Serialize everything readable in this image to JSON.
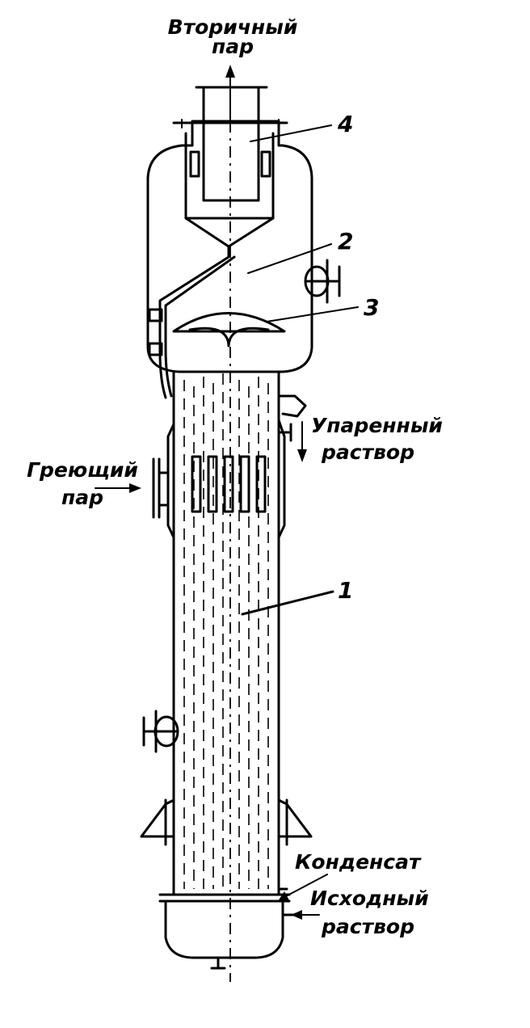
{
  "labels": {
    "secondary_steam_line1": "Вторичный",
    "secondary_steam_line2": "пар",
    "heating_steam_line1": "Греющий",
    "heating_steam_line2": "пар",
    "evaporated_solution_line1": "Упаренный",
    "evaporated_solution_line2": "раствор",
    "condensate": "Конденсат",
    "feed_solution_line1": "Исходный",
    "feed_solution_line2": "раствор"
  },
  "callouts": {
    "n1": "1",
    "n2": "2",
    "n3": "3",
    "n4": "4"
  }
}
